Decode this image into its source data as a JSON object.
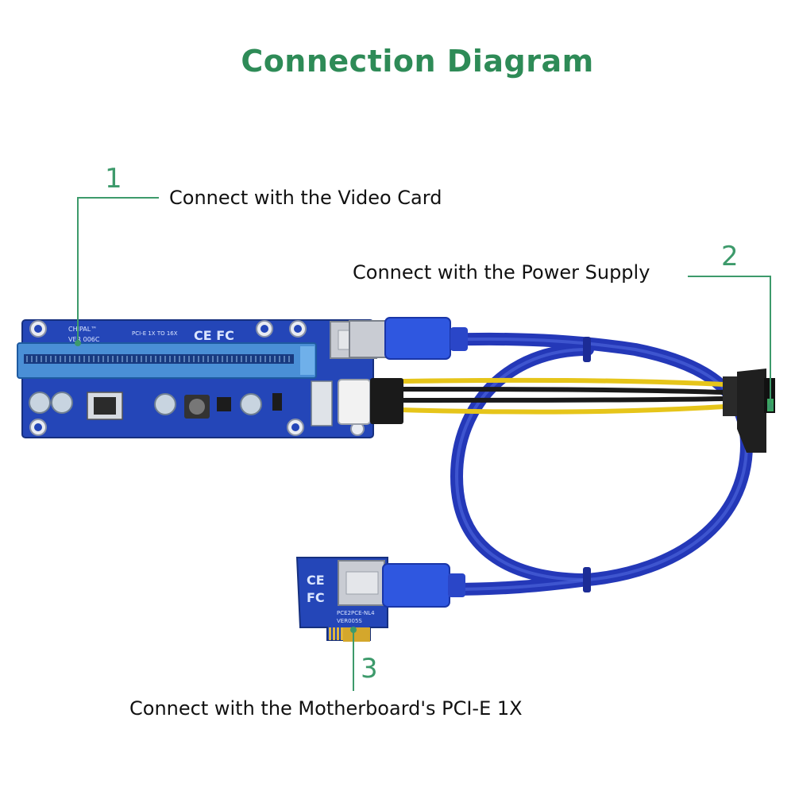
{
  "title": "Connection Diagram",
  "colors": {
    "title": "#2e8b57",
    "callout_line": "#3d9a6b",
    "pcb": "#2446b8",
    "pcb_dark": "#16307f",
    "cable": "#2438b8",
    "usb_blue": "#2f57e0",
    "wire_yellow": "#e6c51a",
    "wire_black": "#1a1a1a",
    "silver": "#c9ccd3"
  },
  "callouts": [
    {
      "number": "1",
      "label": "Connect with the Video Card"
    },
    {
      "number": "2",
      "label": "Connect with the Power Supply"
    },
    {
      "number": "3",
      "label": "Connect with the Motherboard's PCI-E 1X"
    }
  ],
  "board_main": {
    "brand": "CHIPAL™",
    "version": "VER 006C",
    "model": "PCI-E 1X TO 16X",
    "marks": "CE FC"
  },
  "board_small": {
    "model": "PCE2PCE-NL4",
    "version": "VER005S",
    "marks_top": "CE",
    "marks_bottom": "FC"
  },
  "icons": [
    "usb-port-icon",
    "molex-connector-icon",
    "sata-connector-icon"
  ]
}
